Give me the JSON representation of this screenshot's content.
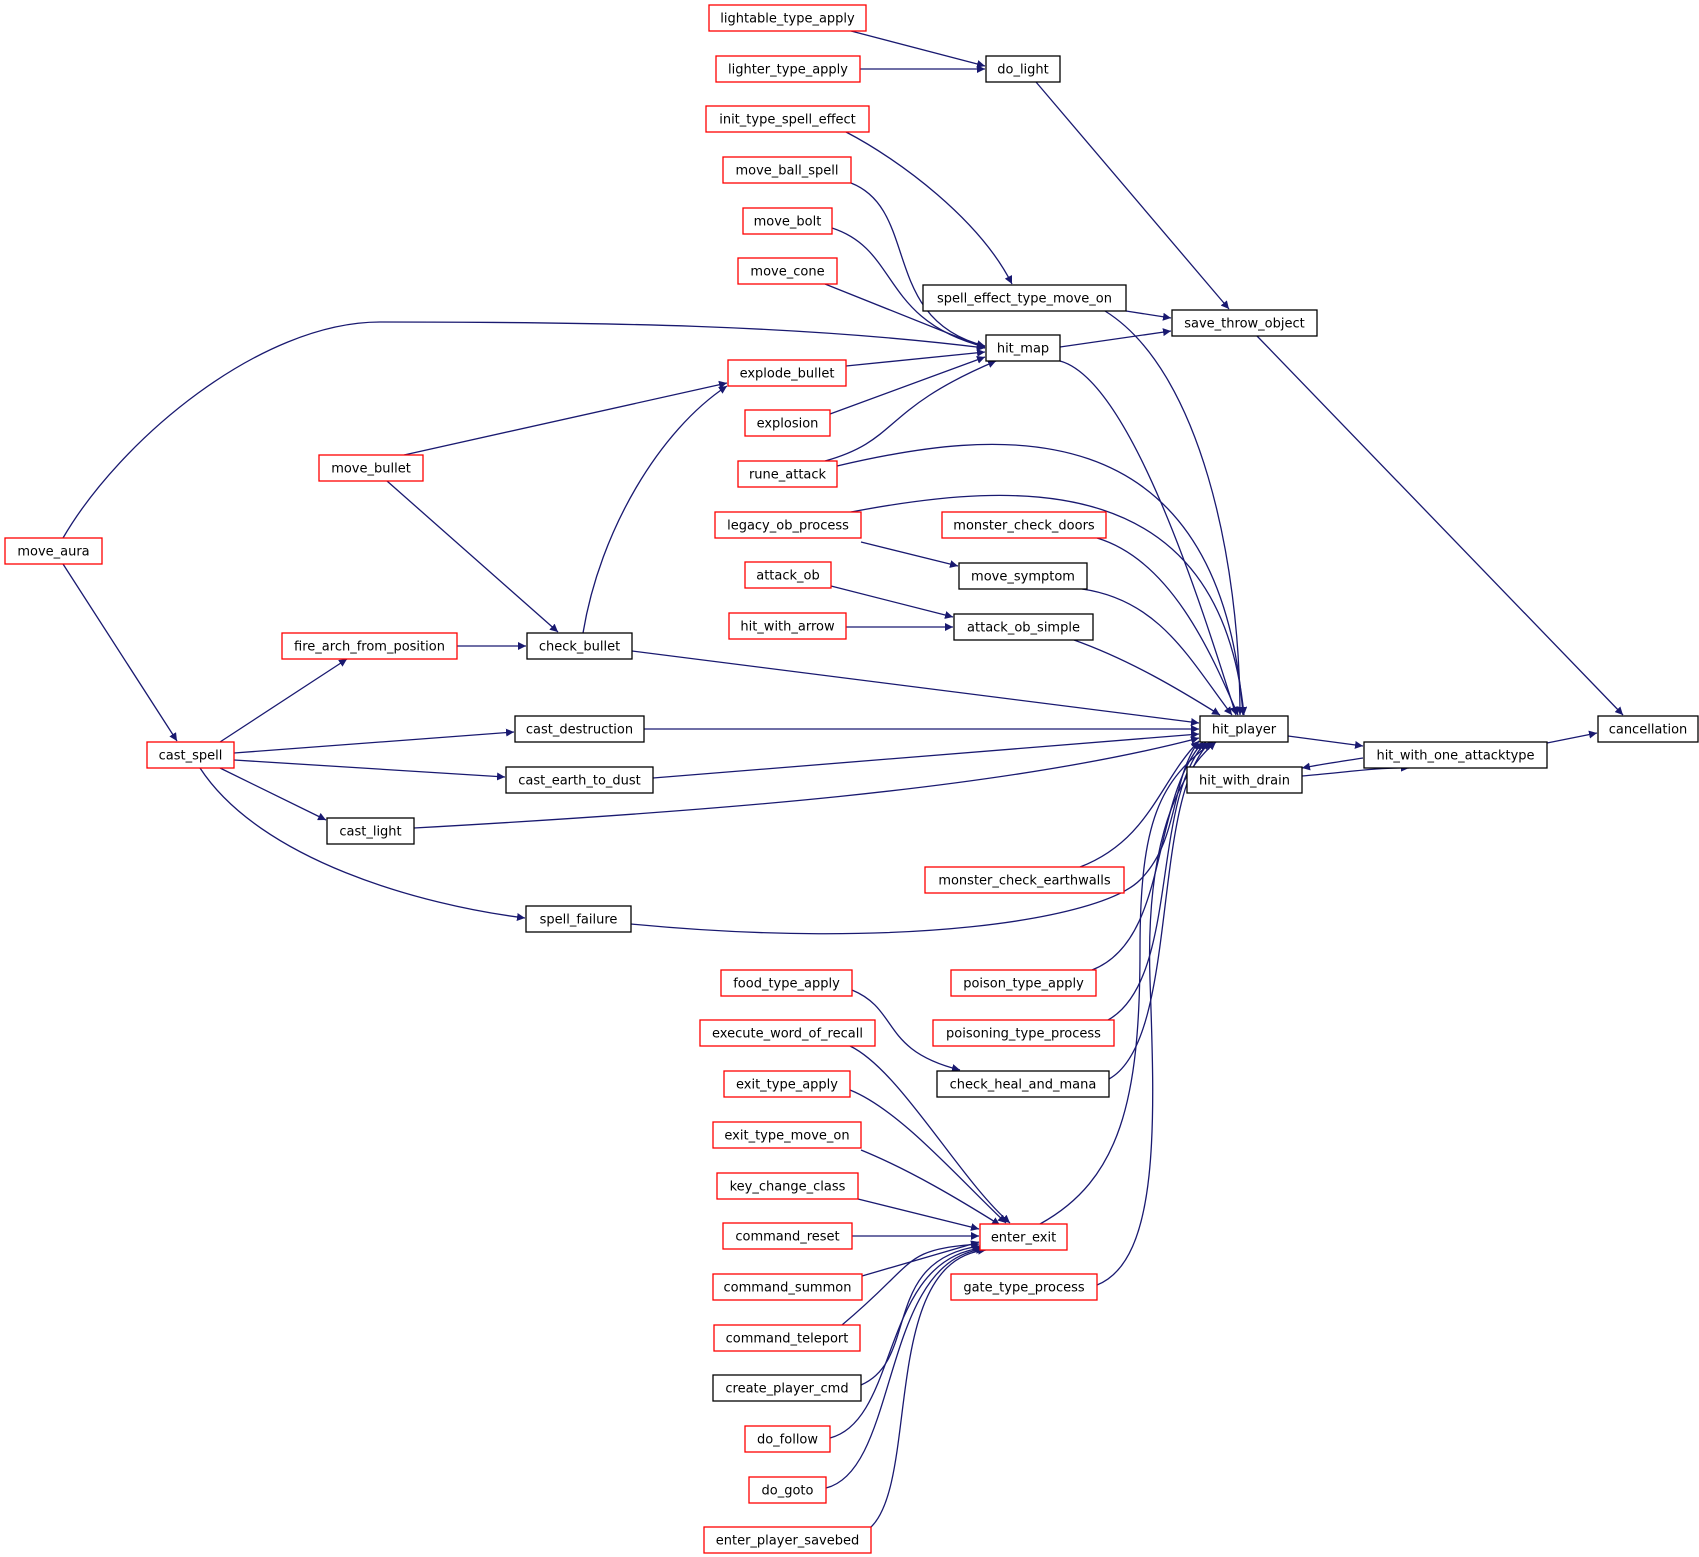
{
  "diagram": {
    "colors": {
      "edge": "#191970",
      "arrowhead": "#191970",
      "node_border_default": "#000000",
      "node_border_truncated": "#ff0000",
      "node_fill_root": "#bfbfbf",
      "node_fill_default": "#ffffff"
    },
    "nodes": [
      {
        "id": "cancellation",
        "label": "cancellation",
        "style": "root"
      },
      {
        "id": "hit_with_one_attacktype",
        "label": "hit_with_one_attacktype",
        "style": "black"
      },
      {
        "id": "hit_player",
        "label": "hit_player",
        "style": "black"
      },
      {
        "id": "hit_with_drain",
        "label": "hit_with_drain",
        "style": "black"
      },
      {
        "id": "save_throw_object",
        "label": "save_throw_object",
        "style": "black"
      },
      {
        "id": "do_light",
        "label": "do_light",
        "style": "black"
      },
      {
        "id": "hit_map",
        "label": "hit_map",
        "style": "black"
      },
      {
        "id": "spell_effect_type_move_on",
        "label": "spell_effect_type_move_on",
        "style": "black"
      },
      {
        "id": "lightable_type_apply",
        "label": "lightable_type_apply",
        "style": "red"
      },
      {
        "id": "lighter_type_apply",
        "label": "lighter_type_apply",
        "style": "red"
      },
      {
        "id": "init_type_spell_effect",
        "label": "init_type_spell_effect",
        "style": "red"
      },
      {
        "id": "move_ball_spell",
        "label": "move_ball_spell",
        "style": "red"
      },
      {
        "id": "move_bolt",
        "label": "move_bolt",
        "style": "red"
      },
      {
        "id": "move_cone",
        "label": "move_cone",
        "style": "red"
      },
      {
        "id": "explode_bullet",
        "label": "explode_bullet",
        "style": "red"
      },
      {
        "id": "explosion",
        "label": "explosion",
        "style": "red"
      },
      {
        "id": "rune_attack",
        "label": "rune_attack",
        "style": "red"
      },
      {
        "id": "move_aura",
        "label": "move_aura",
        "style": "red"
      },
      {
        "id": "move_bullet",
        "label": "move_bullet",
        "style": "red"
      },
      {
        "id": "check_bullet",
        "label": "check_bullet",
        "style": "black"
      },
      {
        "id": "legacy_ob_process",
        "label": "legacy_ob_process",
        "style": "red"
      },
      {
        "id": "monster_check_doors",
        "label": "monster_check_doors",
        "style": "red"
      },
      {
        "id": "move_symptom",
        "label": "move_symptom",
        "style": "black"
      },
      {
        "id": "attack_ob",
        "label": "attack_ob",
        "style": "red"
      },
      {
        "id": "attack_ob_simple",
        "label": "attack_ob_simple",
        "style": "black"
      },
      {
        "id": "hit_with_arrow",
        "label": "hit_with_arrow",
        "style": "red"
      },
      {
        "id": "fire_arch_from_position",
        "label": "fire_arch_from_position",
        "style": "red"
      },
      {
        "id": "cast_spell",
        "label": "cast_spell",
        "style": "red"
      },
      {
        "id": "cast_destruction",
        "label": "cast_destruction",
        "style": "black"
      },
      {
        "id": "cast_earth_to_dust",
        "label": "cast_earth_to_dust",
        "style": "black"
      },
      {
        "id": "cast_light",
        "label": "cast_light",
        "style": "black"
      },
      {
        "id": "monster_check_earthwalls",
        "label": "monster_check_earthwalls",
        "style": "red"
      },
      {
        "id": "spell_failure",
        "label": "spell_failure",
        "style": "black"
      },
      {
        "id": "food_type_apply",
        "label": "food_type_apply",
        "style": "red"
      },
      {
        "id": "poison_type_apply",
        "label": "poison_type_apply",
        "style": "red"
      },
      {
        "id": "execute_word_of_recall",
        "label": "execute_word_of_recall",
        "style": "red"
      },
      {
        "id": "poisoning_type_process",
        "label": "poisoning_type_process",
        "style": "red"
      },
      {
        "id": "check_heal_and_mana",
        "label": "check_heal_and_mana",
        "style": "black"
      },
      {
        "id": "exit_type_apply",
        "label": "exit_type_apply",
        "style": "red"
      },
      {
        "id": "exit_type_move_on",
        "label": "exit_type_move_on",
        "style": "red"
      },
      {
        "id": "key_change_class",
        "label": "key_change_class",
        "style": "red"
      },
      {
        "id": "command_reset",
        "label": "command_reset",
        "style": "red"
      },
      {
        "id": "enter_exit",
        "label": "enter_exit",
        "style": "red"
      },
      {
        "id": "command_summon",
        "label": "command_summon",
        "style": "red"
      },
      {
        "id": "gate_type_process",
        "label": "gate_type_process",
        "style": "red"
      },
      {
        "id": "command_teleport",
        "label": "command_teleport",
        "style": "red"
      },
      {
        "id": "create_player_cmd",
        "label": "create_player_cmd",
        "style": "black"
      },
      {
        "id": "do_follow",
        "label": "do_follow",
        "style": "red"
      },
      {
        "id": "do_goto",
        "label": "do_goto",
        "style": "red"
      },
      {
        "id": "enter_player_savebed",
        "label": "enter_player_savebed",
        "style": "red"
      }
    ],
    "edges": [
      {
        "from": "hit_with_one_attacktype",
        "to": "cancellation"
      },
      {
        "from": "hit_player",
        "to": "hit_with_one_attacktype"
      },
      {
        "from": "hit_with_drain",
        "to": "hit_with_one_attacktype"
      },
      {
        "from": "hit_with_one_attacktype",
        "to": "hit_with_drain"
      },
      {
        "from": "save_throw_object",
        "to": "cancellation"
      },
      {
        "from": "do_light",
        "to": "save_throw_object"
      },
      {
        "from": "hit_map",
        "to": "save_throw_object"
      },
      {
        "from": "spell_effect_type_move_on",
        "to": "save_throw_object"
      },
      {
        "from": "lightable_type_apply",
        "to": "do_light"
      },
      {
        "from": "lighter_type_apply",
        "to": "do_light"
      },
      {
        "from": "init_type_spell_effect",
        "to": "spell_effect_type_move_on"
      },
      {
        "from": "move_ball_spell",
        "to": "hit_map"
      },
      {
        "from": "move_bolt",
        "to": "hit_map"
      },
      {
        "from": "move_cone",
        "to": "hit_map"
      },
      {
        "from": "move_aura",
        "to": "hit_map"
      },
      {
        "from": "explode_bullet",
        "to": "hit_map"
      },
      {
        "from": "explosion",
        "to": "hit_map"
      },
      {
        "from": "rune_attack",
        "to": "hit_map"
      },
      {
        "from": "move_bullet",
        "to": "explode_bullet"
      },
      {
        "from": "check_bullet",
        "to": "explode_bullet"
      },
      {
        "from": "move_bullet",
        "to": "check_bullet"
      },
      {
        "from": "fire_arch_from_position",
        "to": "check_bullet"
      },
      {
        "from": "cast_spell",
        "to": "fire_arch_from_position"
      },
      {
        "from": "move_aura",
        "to": "cast_spell"
      },
      {
        "from": "cast_spell",
        "to": "cast_destruction"
      },
      {
        "from": "cast_spell",
        "to": "cast_earth_to_dust"
      },
      {
        "from": "cast_spell",
        "to": "cast_light"
      },
      {
        "from": "cast_spell",
        "to": "spell_failure"
      },
      {
        "from": "legacy_ob_process",
        "to": "move_symptom"
      },
      {
        "from": "attack_ob",
        "to": "attack_ob_simple"
      },
      {
        "from": "hit_with_arrow",
        "to": "attack_ob_simple"
      },
      {
        "from": "food_type_apply",
        "to": "check_heal_and_mana"
      },
      {
        "from": "execute_word_of_recall",
        "to": "enter_exit"
      },
      {
        "from": "exit_type_apply",
        "to": "enter_exit"
      },
      {
        "from": "exit_type_move_on",
        "to": "enter_exit"
      },
      {
        "from": "key_change_class",
        "to": "enter_exit"
      },
      {
        "from": "command_reset",
        "to": "enter_exit"
      },
      {
        "from": "command_summon",
        "to": "enter_exit"
      },
      {
        "from": "command_teleport",
        "to": "enter_exit"
      },
      {
        "from": "create_player_cmd",
        "to": "enter_exit"
      },
      {
        "from": "do_follow",
        "to": "enter_exit"
      },
      {
        "from": "do_goto",
        "to": "enter_exit"
      },
      {
        "from": "enter_player_savebed",
        "to": "enter_exit"
      },
      {
        "from": "hit_map",
        "to": "hit_player"
      },
      {
        "from": "spell_effect_type_move_on",
        "to": "hit_player"
      },
      {
        "from": "rune_attack",
        "to": "hit_player"
      },
      {
        "from": "legacy_ob_process",
        "to": "hit_player"
      },
      {
        "from": "monster_check_doors",
        "to": "hit_player"
      },
      {
        "from": "move_symptom",
        "to": "hit_player"
      },
      {
        "from": "attack_ob_simple",
        "to": "hit_player"
      },
      {
        "from": "check_bullet",
        "to": "hit_player"
      },
      {
        "from": "cast_destruction",
        "to": "hit_player"
      },
      {
        "from": "cast_earth_to_dust",
        "to": "hit_player"
      },
      {
        "from": "cast_light",
        "to": "hit_player"
      },
      {
        "from": "monster_check_earthwalls",
        "to": "hit_player"
      },
      {
        "from": "spell_failure",
        "to": "hit_player"
      },
      {
        "from": "poison_type_apply",
        "to": "hit_player"
      },
      {
        "from": "poisoning_type_process",
        "to": "hit_player"
      },
      {
        "from": "check_heal_and_mana",
        "to": "hit_player"
      },
      {
        "from": "enter_exit",
        "to": "hit_player"
      },
      {
        "from": "gate_type_process",
        "to": "hit_player"
      }
    ]
  }
}
